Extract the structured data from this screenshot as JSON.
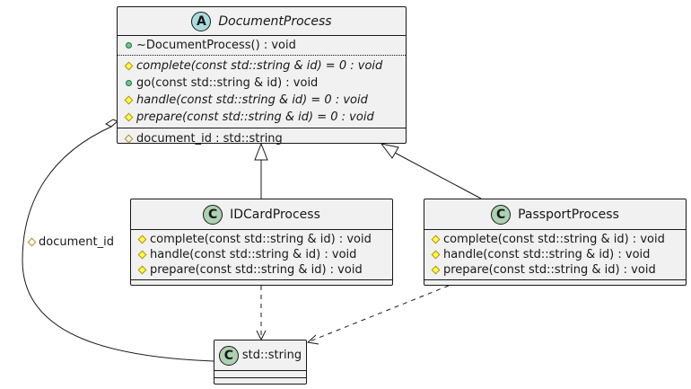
{
  "classes": {
    "document_process": {
      "name": "DocumentProcess",
      "stereotype_letter": "A",
      "badge_color": "#a9dcdf",
      "sections": {
        "lifecycle": [
          {
            "visibility": "public",
            "text": "~DocumentProcess() : void",
            "italic": false
          }
        ],
        "methods": [
          {
            "visibility": "protected",
            "text": "complete(const std::string & id) = 0 : void",
            "italic": true
          },
          {
            "visibility": "public",
            "text": "go(const std::string & id) : void",
            "italic": false
          },
          {
            "visibility": "protected",
            "text": "handle(const std::string & id) = 0 : void",
            "italic": true
          },
          {
            "visibility": "protected",
            "text": "prepare(const std::string & id) = 0 : void",
            "italic": true
          }
        ],
        "fields": [
          {
            "visibility": "protected-field",
            "text": "document_id : std::string",
            "italic": false
          }
        ]
      }
    },
    "idcard_process": {
      "name": "IDCardProcess",
      "stereotype_letter": "C",
      "badge_color": "#add1b2",
      "methods": [
        {
          "visibility": "protected",
          "text": "complete(const std::string & id) : void"
        },
        {
          "visibility": "protected",
          "text": "handle(const std::string & id) : void"
        },
        {
          "visibility": "protected",
          "text": "prepare(const std::string & id) : void"
        }
      ]
    },
    "passport_process": {
      "name": "PassportProcess",
      "stereotype_letter": "C",
      "badge_color": "#add1b2",
      "methods": [
        {
          "visibility": "protected",
          "text": "complete(const std::string & id) : void"
        },
        {
          "visibility": "protected",
          "text": "handle(const std::string & id) : void"
        },
        {
          "visibility": "protected",
          "text": "prepare(const std::string & id) : void"
        }
      ]
    },
    "std_string": {
      "name": "std::string",
      "stereotype_letter": "C",
      "badge_color": "#add1b2"
    }
  },
  "edges": {
    "aggregation_label": "document_id"
  },
  "colors": {
    "box_fill": "#f1f1f1",
    "line": "#181818",
    "public_dot": "#84be84",
    "protected_diamond": "#ffff44"
  }
}
